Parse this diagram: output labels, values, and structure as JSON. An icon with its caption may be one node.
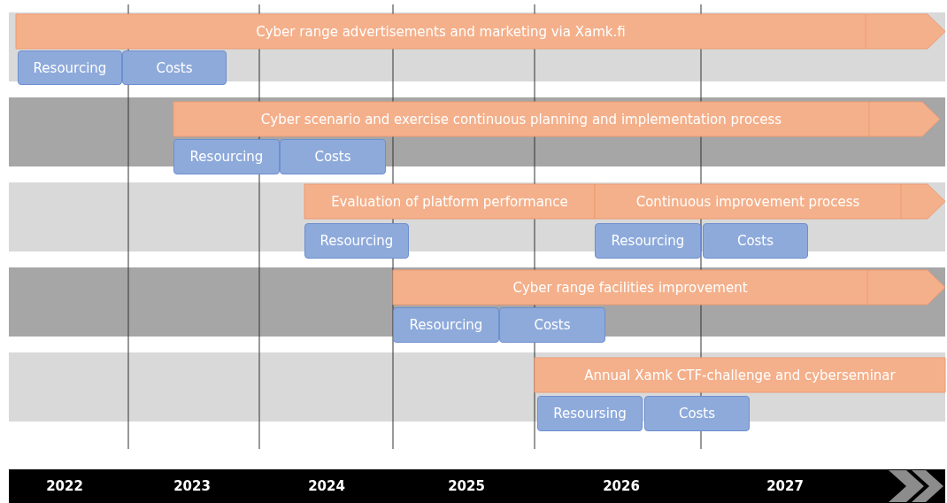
{
  "diagram": {
    "nodes": [
      {
        "text": [
          "Cyber range advertisements and marketing via Xamk.fi"
        ]
      },
      {
        "text": [
          "Resourcing"
        ]
      },
      {
        "text": [
          "Costs"
        ]
      },
      {
        "text": [
          "Cyber scenario and exercise continuous planning and implementation process"
        ]
      },
      {
        "text": [
          "Resourcing"
        ]
      },
      {
        "text": [
          "Costs"
        ]
      },
      {
        "text": [
          "Evaluation of platform performance"
        ]
      },
      {
        "text": [
          "Continuous improvement process"
        ]
      },
      {
        "text": [
          "Resourcing"
        ]
      },
      {
        "text": [
          "Resourcing"
        ]
      },
      {
        "text": [
          "Costs"
        ]
      },
      {
        "text": [
          "Cyber range facilities improvement"
        ]
      },
      {
        "text": [
          "Resourcing"
        ]
      },
      {
        "text": [
          "Costs"
        ]
      },
      {
        "text": [
          "Annual Xamk CTF-challenge and cyberseminar"
        ]
      },
      {
        "text": [
          "Resoursing"
        ]
      },
      {
        "text": [
          "Costs"
        ]
      }
    ],
    "edges": [],
    "labels": [
      "2022",
      "2023",
      "2024",
      "2025",
      "2026",
      "2027"
    ]
  }
}
